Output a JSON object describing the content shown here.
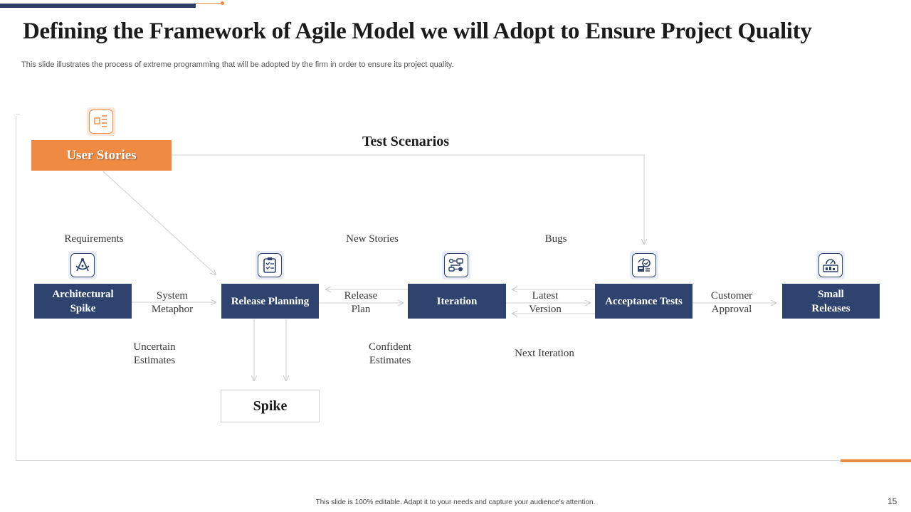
{
  "header": {
    "title": "Defining the Framework of Agile Model we will Adopt to Ensure Project Quality",
    "subtitle": "This slide illustrates the process of extreme programming that will be adopted by the firm in order to  ensure its project quality."
  },
  "nodes": {
    "user_stories": "User Stories",
    "architectural_spike": "Architectural Spike",
    "release_planning": "Release Planning",
    "iteration": "Iteration",
    "acceptance_tests": "Acceptance Tests",
    "small_releases": "Small Releases",
    "spike": "Spike"
  },
  "labels": {
    "test_scenarios": "Test Scenarios",
    "requirements": "Requirements",
    "new_stories": "New Stories",
    "bugs": "Bugs",
    "system_metaphor_1": "System",
    "system_metaphor_2": "Metaphor",
    "release_plan_1": "Release",
    "release_plan_2": "Plan",
    "latest_version_1": "Latest",
    "latest_version_2": "Version",
    "customer_approval_1": "Customer",
    "customer_approval_2": "Approval",
    "uncertain_estimates_1": "Uncertain",
    "uncertain_estimates_2": "Estimates",
    "confident_estimates_1": "Confident",
    "confident_estimates_2": "Estimates",
    "next_iteration": "Next Iteration"
  },
  "icons": {
    "user_stories": "list-document-icon",
    "architectural_spike": "compass-ruler-icon",
    "release_planning": "checklist-icon",
    "iteration": "process-flow-icon",
    "acceptance_tests": "approval-gauge-icon",
    "small_releases": "dashboard-monitor-icon"
  },
  "colors": {
    "navy": "#2e446e",
    "orange": "#ef8a43"
  },
  "footer": {
    "note": "This slide is 100% editable.  Adapt it to your needs and capture your audience's attention.",
    "page_number": "15"
  }
}
